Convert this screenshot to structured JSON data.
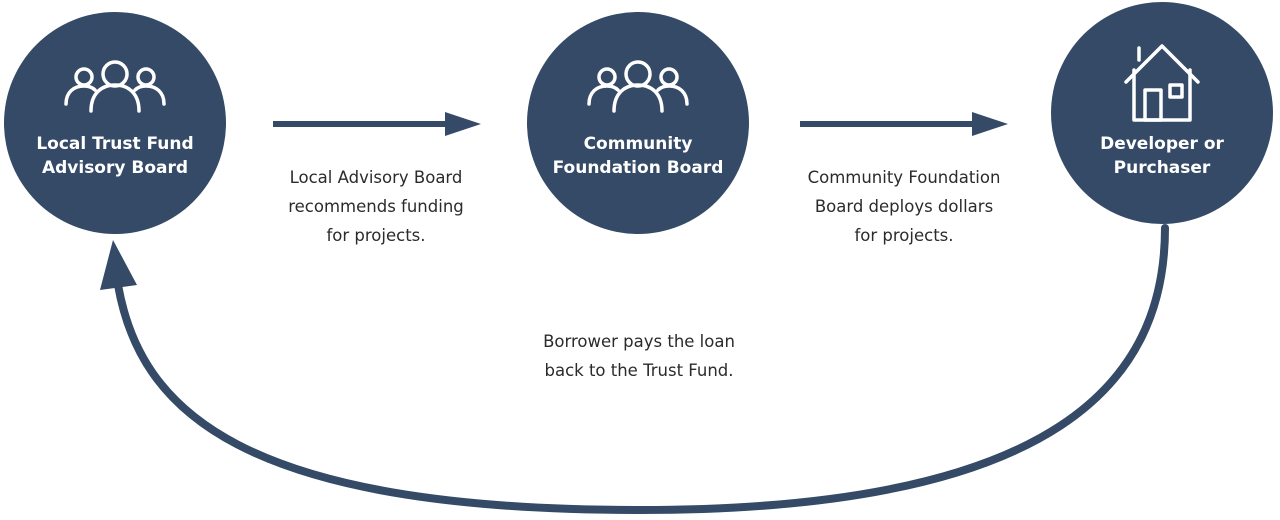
{
  "colors": {
    "node_fill": "#344a67",
    "arrow": "#344a67",
    "text": "#2b2b2b",
    "label": "#ffffff"
  },
  "nodes": [
    {
      "icon": "people-icon",
      "label_lines": [
        "Local Trust Fund",
        "Advisory Board"
      ]
    },
    {
      "icon": "people-icon",
      "label_lines": [
        "Community",
        "Foundation Board"
      ]
    },
    {
      "icon": "house-icon",
      "label_lines": [
        "Developer or",
        "Purchaser"
      ]
    }
  ],
  "edges": [
    {
      "from": "Local Trust Fund Advisory Board",
      "to": "Community Foundation Board",
      "caption_lines": [
        "Local Advisory Board",
        "recommends funding",
        "for projects."
      ]
    },
    {
      "from": "Community Foundation Board",
      "to": "Developer or Purchaser",
      "caption_lines": [
        "Community Foundation",
        "Board deploys dollars",
        "for projects."
      ]
    },
    {
      "from": "Developer or Purchaser",
      "to": "Local Trust Fund Advisory Board",
      "caption_lines": [
        "Borrower pays the loan",
        "back to the Trust Fund."
      ]
    }
  ]
}
